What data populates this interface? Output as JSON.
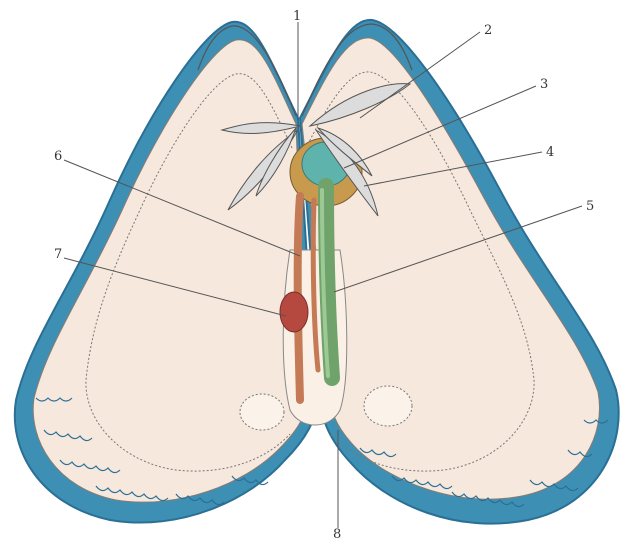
{
  "figure": {
    "labels": [
      {
        "id": "1",
        "text": "1"
      },
      {
        "id": "2",
        "text": "2"
      },
      {
        "id": "3",
        "text": "3"
      },
      {
        "id": "4",
        "text": "4"
      },
      {
        "id": "5",
        "text": "5"
      },
      {
        "id": "6",
        "text": "6"
      },
      {
        "id": "7",
        "text": "7"
      },
      {
        "id": "8",
        "text": "8"
      }
    ]
  },
  "colors": {
    "shell_edge": "#3e8fb4",
    "shell_edge_dark": "#2a6f95",
    "mantle": "#f6e8dc",
    "mantle_shade": "#efd7c5",
    "outline": "#4a4a4a",
    "gill": "#dcdcdc",
    "gland_outer": "#c89a4e",
    "gland_inner": "#5fb3ad",
    "intestine": "#6fa36b",
    "tube": "#c47a55",
    "organ": "#b5483f",
    "leader_line": "#555555"
  }
}
